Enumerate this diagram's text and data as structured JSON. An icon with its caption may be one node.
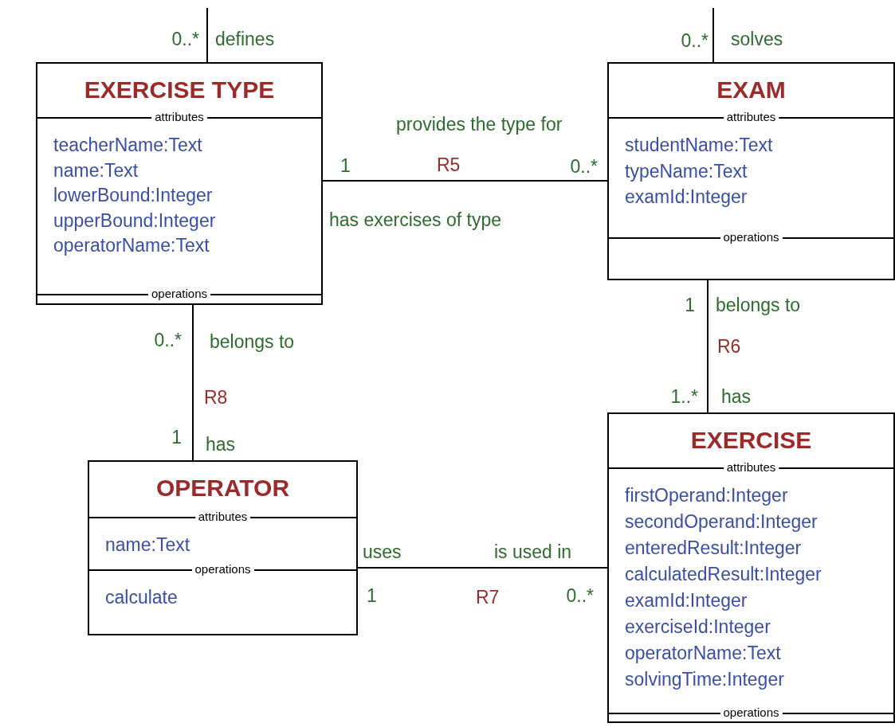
{
  "diagram": {
    "nodes": [
      {
        "text": [
          "EXERCISE TYPE",
          "attributes",
          "teacherName:Text",
          "name:Text",
          "lowerBound:Integer",
          "upperBound:Integer",
          "operatorName:Text",
          "operations"
        ]
      },
      {
        "text": [
          "EXAM",
          "attributes",
          "studentName:Text",
          "typeName:Text",
          "examId:Integer",
          "operations"
        ]
      },
      {
        "text": [
          "OPERATOR",
          "attributes",
          "name:Text",
          "operations",
          "calculate"
        ]
      },
      {
        "text": [
          "EXERCISE",
          "attributes",
          "firstOperand:Integer",
          "secondOperand:Integer",
          "enteredResult:Integer",
          "calculatedResult:Integer",
          "examId:Integer",
          "exerciseId:Integer",
          "operatorName:Text",
          "solvingTime:Integer",
          "operations"
        ]
      }
    ],
    "edges": [
      {
        "from": null,
        "to": 0,
        "arrow": "none"
      },
      {
        "from": null,
        "to": 1,
        "arrow": "none"
      },
      {
        "from": 0,
        "to": 1,
        "arrow": "none",
        "label": "R5"
      },
      {
        "from": 0,
        "to": 2,
        "arrow": "none",
        "label": "R8"
      },
      {
        "from": 1,
        "to": 3,
        "arrow": "none",
        "label": "R6"
      },
      {
        "from": 2,
        "to": 3,
        "arrow": "none",
        "label": "R7"
      }
    ],
    "labels": [
      "0..*",
      "defines",
      "0..*",
      "solves",
      "provides the type for",
      "1",
      "0..*",
      "has exercises of type",
      "0..*",
      "belongs to",
      "1",
      "has",
      "1",
      "belongs to",
      "1..*",
      "has",
      "uses",
      "is used in",
      "1",
      "0..*"
    ]
  }
}
